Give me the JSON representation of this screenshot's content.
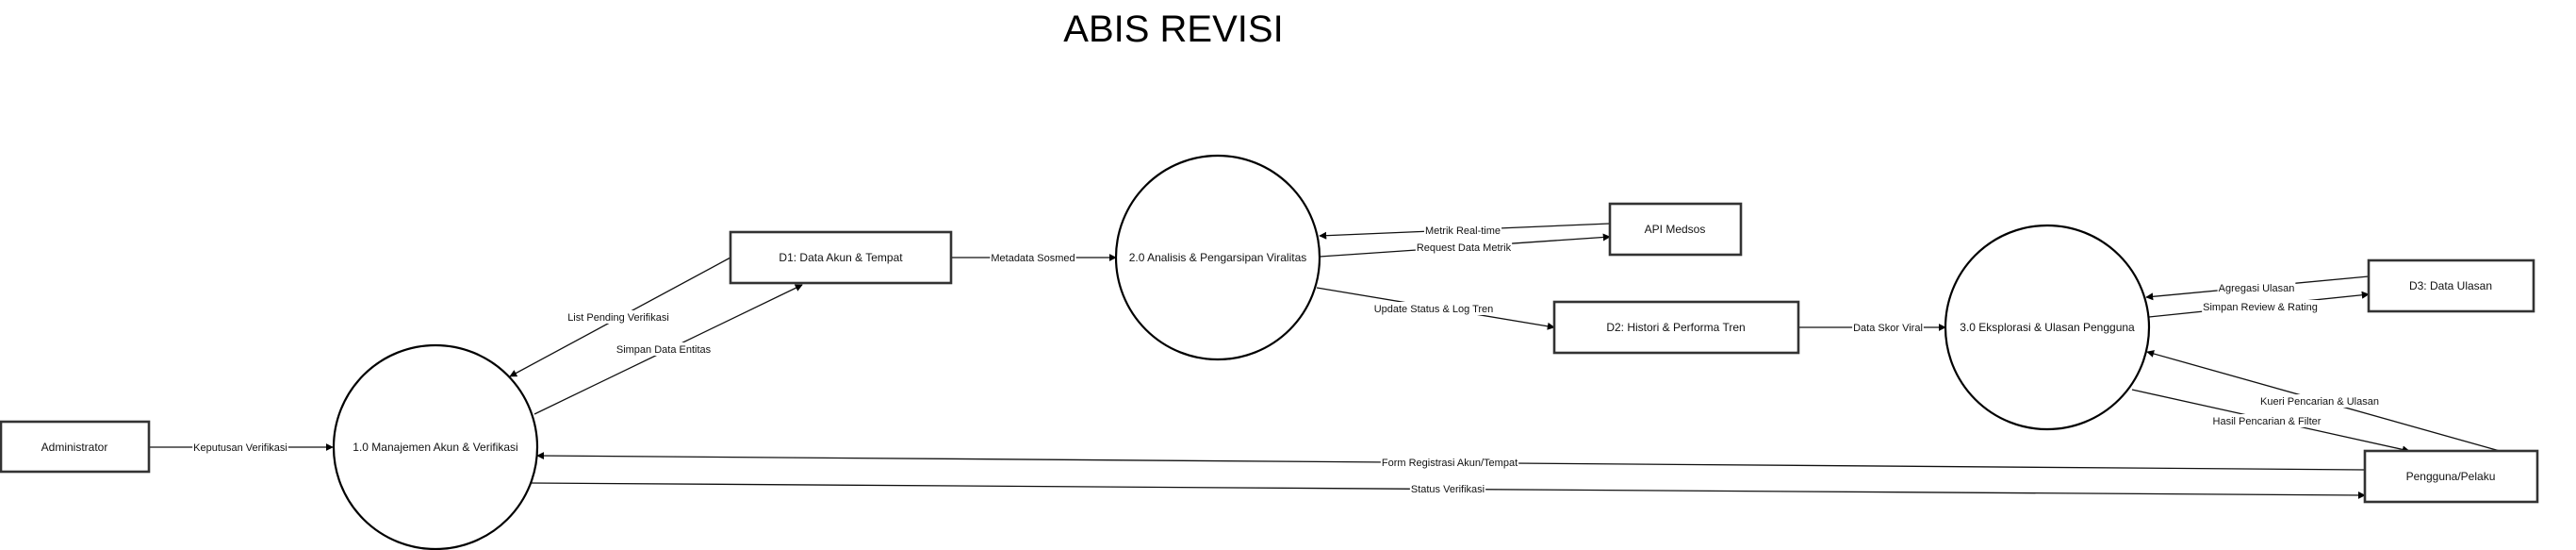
{
  "title": "ABIS REVISI",
  "nodes": {
    "administrator": {
      "label": "Administrator",
      "kind": "external-entity"
    },
    "process_1": {
      "label": "1.0 Manajemen Akun & Verifikasi",
      "kind": "process"
    },
    "d1": {
      "label": "D1: Data Akun & Tempat",
      "kind": "data-store"
    },
    "process_2": {
      "label": "2.0 Analisis & Pengarsipan Viralitas",
      "kind": "process"
    },
    "api_medsos": {
      "label": "API Medsos",
      "kind": "external-entity"
    },
    "d2": {
      "label": "D2: Histori & Performa Tren",
      "kind": "data-store"
    },
    "process_3": {
      "label": "3.0 Eksplorasi & Ulasan Pengguna",
      "kind": "process"
    },
    "d3": {
      "label": "D3: Data Ulasan",
      "kind": "data-store"
    },
    "pengguna": {
      "label": "Pengguna/Pelaku",
      "kind": "external-entity"
    }
  },
  "flows": [
    {
      "id": "keputusan-verifikasi",
      "label": "Keputusan Verifikasi",
      "from": "administrator",
      "to": "process_1"
    },
    {
      "id": "list-pending-verifikasi",
      "label": "List Pending Verifikasi",
      "from": "d1",
      "to": "process_1"
    },
    {
      "id": "simpan-data-entitas",
      "label": "Simpan Data Entitas",
      "from": "process_1",
      "to": "d1"
    },
    {
      "id": "metadata-sosmed",
      "label": "Metadata Sosmed",
      "from": "d1",
      "to": "process_2"
    },
    {
      "id": "metrik-real-time",
      "label": "Metrik Real-time",
      "from": "api_medsos",
      "to": "process_2"
    },
    {
      "id": "request-data-metrik",
      "label": "Request Data Metrik",
      "from": "process_2",
      "to": "api_medsos"
    },
    {
      "id": "update-status-log-tren",
      "label": "Update Status & Log Tren",
      "from": "process_2",
      "to": "d2"
    },
    {
      "id": "data-skor-viral",
      "label": "Data Skor Viral",
      "from": "d2",
      "to": "process_3"
    },
    {
      "id": "agregasi-ulasan",
      "label": "Agregasi Ulasan",
      "from": "d3",
      "to": "process_3"
    },
    {
      "id": "simpan-review-rating",
      "label": "Simpan Review & Rating",
      "from": "process_3",
      "to": "d3"
    },
    {
      "id": "kueri-pencarian-ulasan",
      "label": "Kueri Pencarian & Ulasan",
      "from": "pengguna",
      "to": "process_3"
    },
    {
      "id": "hasil-pencarian-filter",
      "label": "Hasil Pencarian & Filter",
      "from": "process_3",
      "to": "pengguna"
    },
    {
      "id": "form-registrasi",
      "label": "Form Registrasi Akun/Tempat",
      "from": "pengguna",
      "to": "process_1"
    },
    {
      "id": "status-verifikasi",
      "label": "Status Verifikasi",
      "from": "process_1",
      "to": "pengguna"
    }
  ]
}
